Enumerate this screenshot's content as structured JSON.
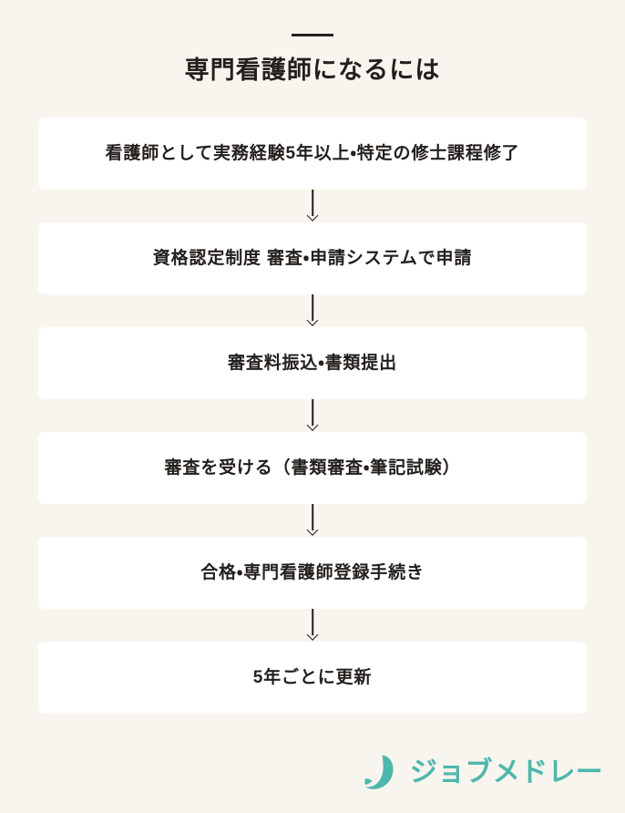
{
  "header": {
    "divider": "rule",
    "title": "専門看護師になるには"
  },
  "flow": {
    "connector_icon": "arrow-down-icon",
    "steps": [
      {
        "label": "看護師として実務経験5年以上・特定の修士課程修了"
      },
      {
        "label": "資格認定制度 審査・申請システムで申請"
      },
      {
        "label": "審査料振込・書類提出"
      },
      {
        "label": "審査を受ける（書類審査・筆記試験）"
      },
      {
        "label": "合格・専門看護師登録手続き"
      },
      {
        "label": "5年ごとに更新"
      }
    ]
  },
  "footer": {
    "logo_mark": "crescent-moon-icon",
    "logo_text": "ジョブメドレー"
  },
  "colors": {
    "background": "#f8f5ef",
    "box": "#ffffff",
    "text": "#231f1c",
    "brand": "#4eb7ad"
  }
}
